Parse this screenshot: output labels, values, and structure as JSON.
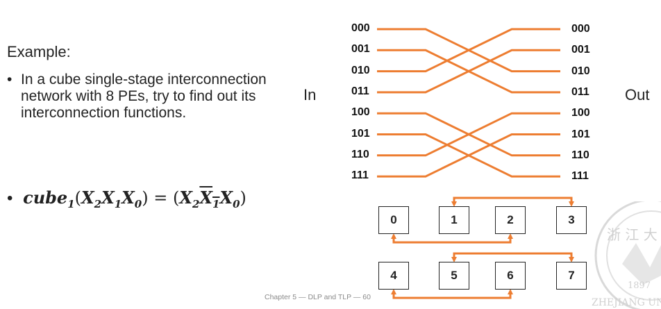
{
  "slide": {
    "example_label": "Example:",
    "bullet_mark": "•",
    "bullet1_text": "In a cube single-stage interconnection network with 8 PEs, try to find out its interconnection functions.",
    "formula": {
      "func": "cube",
      "func_sub": "1",
      "open": "(",
      "x2": "X",
      "x2_sub": "2",
      "x1": "X",
      "x1_sub": "1",
      "x0": "X",
      "x0_sub": "0",
      "close": ")",
      "equals": " = ",
      "r_open": "(",
      "r_x2": "X",
      "r_x2_sub": "2",
      "r_x1bar": "X",
      "r_x1bar_sub": "1",
      "r_x0": "X",
      "r_x0_sub": "0",
      "r_close": ")"
    },
    "in_label": "In",
    "out_label": "Out",
    "footer": "Chapter 5 — DLP and TLP — 60"
  },
  "network": {
    "inputs": [
      "000",
      "001",
      "010",
      "011",
      "100",
      "101",
      "110",
      "111"
    ],
    "outputs": [
      "000",
      "001",
      "010",
      "011",
      "100",
      "101",
      "110",
      "111"
    ],
    "mapping": [
      2,
      3,
      0,
      1,
      6,
      7,
      4,
      5
    ],
    "line_color": "#ed7d31"
  },
  "pe_rows": [
    {
      "boxes": [
        "0",
        "1",
        "2",
        "3"
      ],
      "links": [
        [
          0,
          2
        ],
        [
          1,
          3
        ]
      ]
    },
    {
      "boxes": [
        "4",
        "5",
        "6",
        "7"
      ],
      "links": [
        [
          0,
          2
        ],
        [
          1,
          3
        ]
      ]
    }
  ],
  "seal": {
    "chars": "浙 江 大",
    "year": "1897",
    "text": "ZHEJIANG UNIV"
  }
}
